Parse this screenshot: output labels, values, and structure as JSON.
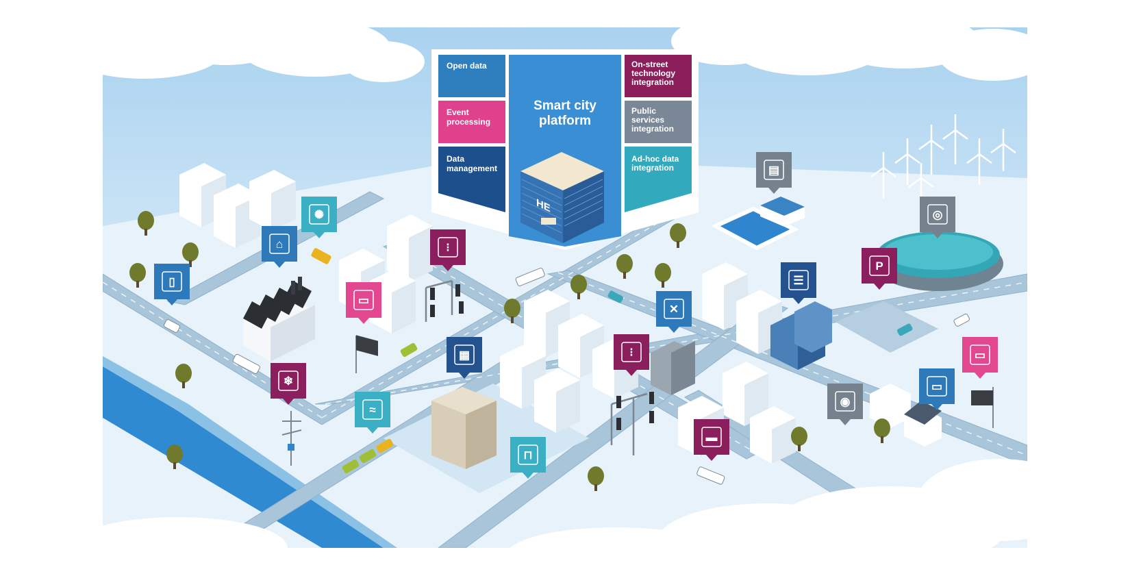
{
  "platform": {
    "title_line1": "Smart city",
    "title_line2": "platform",
    "building_logo": "HE",
    "tiles": {
      "open_data": [
        "Open data"
      ],
      "event_processing": [
        "Event",
        "processing"
      ],
      "data_management": [
        "Data",
        "management"
      ],
      "on_street": [
        "On-street",
        "technology",
        "integration"
      ],
      "public_services": [
        "Public",
        "services",
        "integration"
      ],
      "adhoc": [
        "Ad-hoc data",
        "integration"
      ]
    }
  },
  "colors": {
    "sky": "#c8e2f4",
    "ground": "#e9f3fa",
    "road": "#9fbfd6",
    "river": "#2f8ad2",
    "tile_open_data": "#2f7fbf",
    "tile_event": "#e0418d",
    "tile_data_mgmt": "#1d4f8c",
    "tile_center": "#3a8fd4",
    "tile_on_street": "#8a1f5c",
    "tile_public": "#7a8796",
    "tile_adhoc": "#33a9bd",
    "pin_blue": "#2d79b9",
    "pin_dark_blue": "#23528f",
    "pin_teal": "#3bb0c4",
    "pin_magenta": "#8b1e5d",
    "pin_pink": "#e2478f",
    "pin_grey": "#75818c"
  },
  "icons": [
    {
      "id": "mobile",
      "label": "mobile-phone-icon",
      "glyph": "▯",
      "color": "pin_blue"
    },
    {
      "id": "factory",
      "label": "factory-icon",
      "glyph": "⌂",
      "color": "pin_blue"
    },
    {
      "id": "alarm",
      "label": "alarm-light-icon",
      "glyph": "✺",
      "color": "pin_teal"
    },
    {
      "id": "traffic1",
      "label": "traffic-light-icon",
      "glyph": "⁝",
      "color": "pin_magenta"
    },
    {
      "id": "billboard1",
      "label": "billboard-icon",
      "glyph": "▭",
      "color": "pin_pink"
    },
    {
      "id": "dashboard",
      "label": "dashboard-icon",
      "glyph": "▦",
      "color": "pin_dark_blue"
    },
    {
      "id": "weather",
      "label": "weather-icon",
      "glyph": "❄",
      "color": "pin_magenta"
    },
    {
      "id": "flood",
      "label": "flood-icon",
      "glyph": "≈",
      "color": "pin_teal"
    },
    {
      "id": "barrier",
      "label": "road-barrier-icon",
      "glyph": "⊓",
      "color": "pin_teal"
    },
    {
      "id": "tools",
      "label": "tools-icon",
      "glyph": "✕",
      "color": "pin_blue"
    },
    {
      "id": "traffic2",
      "label": "traffic-light-icon",
      "glyph": "⁝",
      "color": "pin_magenta"
    },
    {
      "id": "bus",
      "label": "bus-icon",
      "glyph": "▬",
      "color": "pin_magenta"
    },
    {
      "id": "list",
      "label": "list-icon",
      "glyph": "☰",
      "color": "pin_dark_blue"
    },
    {
      "id": "parking",
      "label": "parking-icon",
      "glyph": "P",
      "color": "pin_magenta"
    },
    {
      "id": "pool",
      "label": "swimming-pool-icon",
      "glyph": "▤",
      "color": "pin_grey"
    },
    {
      "id": "stadium",
      "label": "stadium-icon",
      "glyph": "◎",
      "color": "pin_grey"
    },
    {
      "id": "gasmask",
      "label": "gas-mask-icon",
      "glyph": "◉",
      "color": "pin_grey"
    },
    {
      "id": "window",
      "label": "web-window-icon",
      "glyph": "▭",
      "color": "pin_blue"
    },
    {
      "id": "billboard2",
      "label": "billboard-icon",
      "glyph": "▭",
      "color": "pin_pink"
    }
  ]
}
